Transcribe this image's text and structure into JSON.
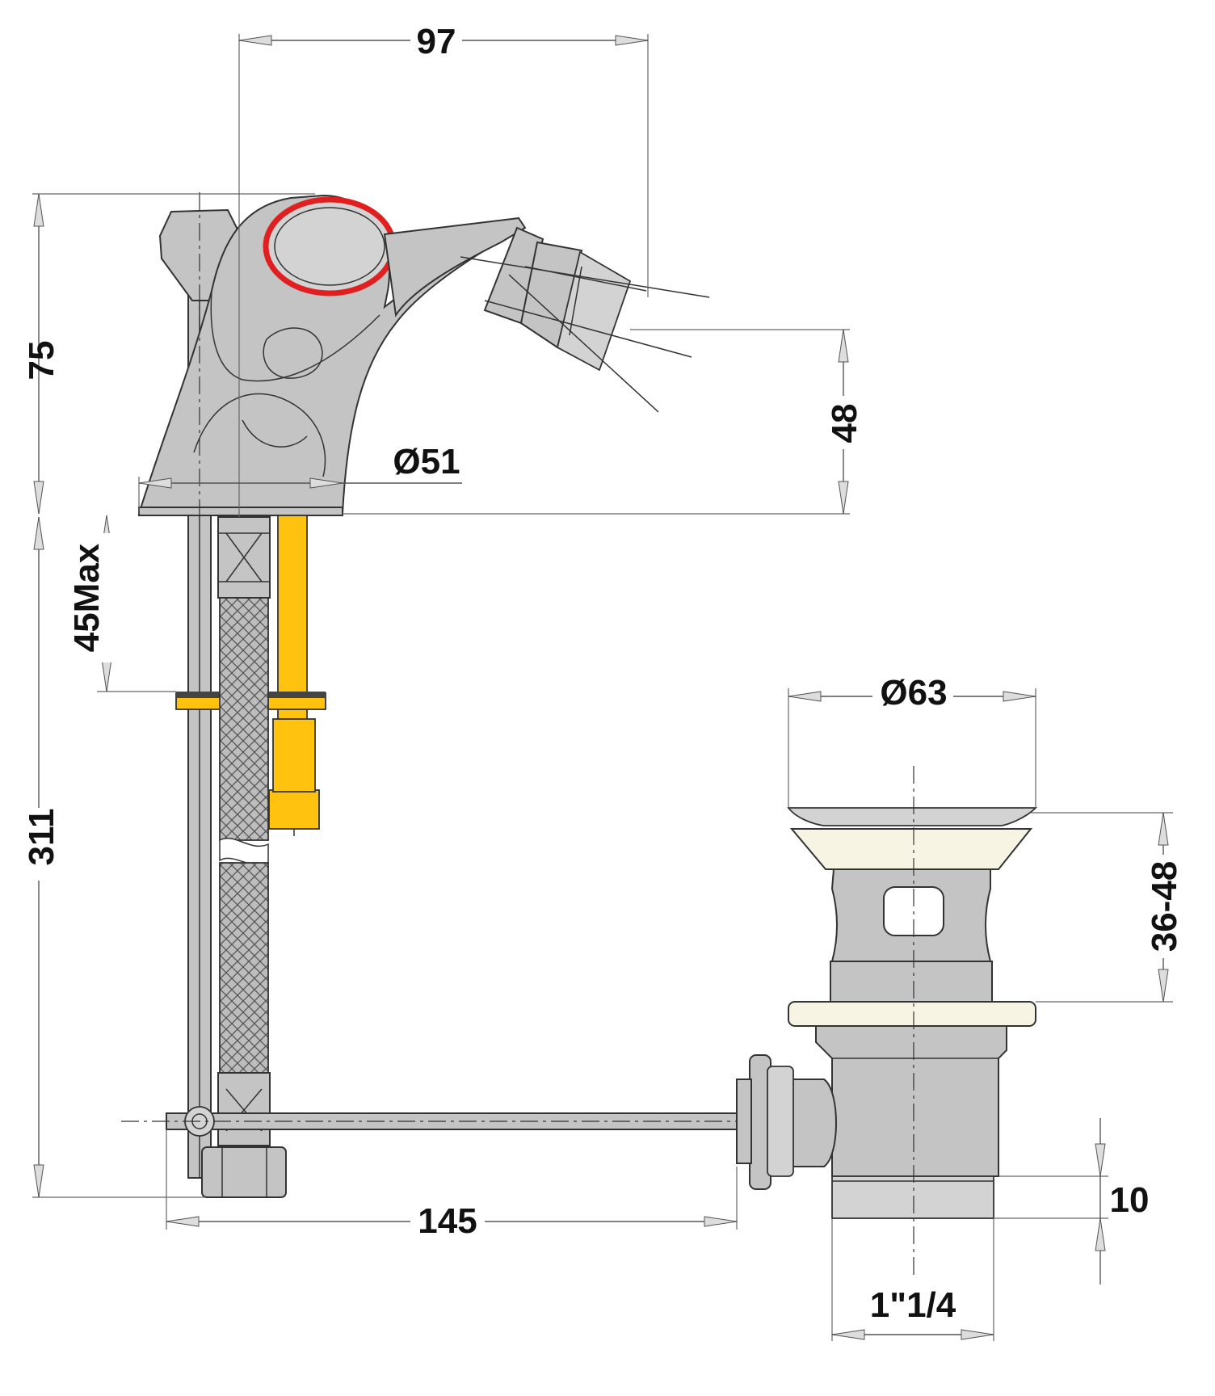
{
  "dimensions": {
    "spout_reach": "97",
    "mixer_height": "75",
    "spout_height": "48",
    "base_diameter": "Ø51",
    "max_deck_thickness": "45Max",
    "total_height": "311",
    "waste_flange_diameter": "Ø63",
    "waste_range": "36-48",
    "rod_length": "145",
    "thread_length": "10",
    "thread_size": "1\"1/4"
  },
  "colors": {
    "handle_ring": "#e02020",
    "brass_parts": "#ffc20e",
    "chrome_body": "#c4c4c4",
    "seal_cream": "#f7f4e4"
  }
}
